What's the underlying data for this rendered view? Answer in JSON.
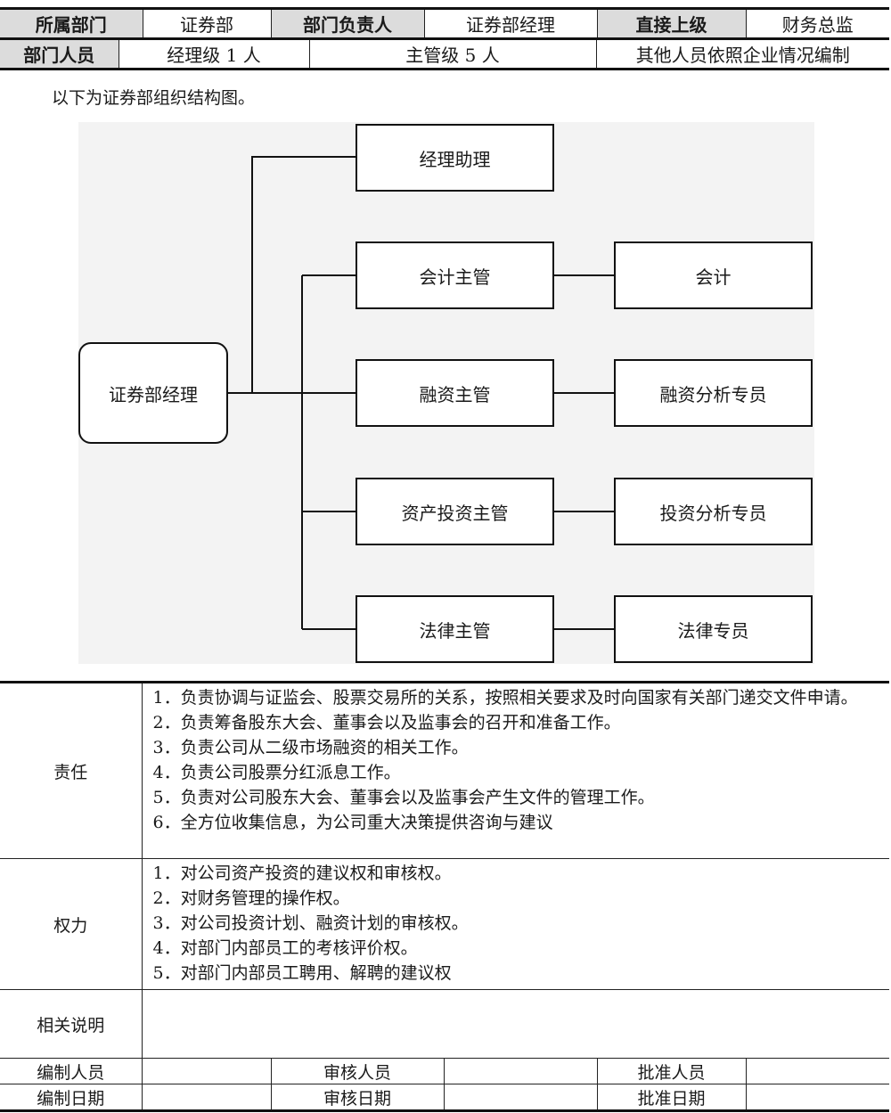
{
  "header": {
    "dept_label": "所属部门",
    "dept_value": "证券部",
    "head_label": "部门负责人",
    "head_value": "证券部经理",
    "superior_label": "直接上级",
    "superior_value": "财务总监",
    "staff_label": "部门人员",
    "staff_manager": "经理级 1 人",
    "staff_supervisor": "主管级 5 人",
    "staff_other": "其他人员依照企业情况编制"
  },
  "intro": "以下为证券部组织结构图。",
  "org_chart": {
    "root": "证券部经理",
    "assistant": "经理助理",
    "rows": [
      {
        "supervisor": "会计主管",
        "staff": "会计"
      },
      {
        "supervisor": "融资主管",
        "staff": "融资分析专员"
      },
      {
        "supervisor": "资产投资主管",
        "staff": "投资分析专员"
      },
      {
        "supervisor": "法律主管",
        "staff": "法律专员"
      }
    ]
  },
  "responsibilities": {
    "label": "责任",
    "items": [
      "1．负责协调与证监会、股票交易所的关系，按照相关要求及时向国家有关部门递交文件申请。",
      "2．负责筹备股东大会、董事会以及监事会的召开和准备工作。",
      "3．负责公司从二级市场融资的相关工作。",
      "4．负责公司股票分红派息工作。",
      "5．负责对公司股东大会、董事会以及监事会产生文件的管理工作。",
      "6．全方位收集信息，为公司重大决策提供咨询与建议"
    ]
  },
  "powers": {
    "label": "权力",
    "items": [
      "1．对公司资产投资的建议权和审核权。",
      "2．对财务管理的操作权。",
      "3．对公司投资计划、融资计划的审核权。",
      "4．对部门内部员工的考核评价权。",
      "5．对部门内部员工聘用、解聘的建议权"
    ]
  },
  "notes": {
    "label": "相关说明",
    "value": ""
  },
  "signoff": {
    "prepared_by": "编制人员",
    "reviewed_by": "审核人员",
    "approved_by": "批准人员",
    "prepared_date": "编制日期",
    "reviewed_date": "审核日期",
    "approved_date": "批准日期"
  }
}
